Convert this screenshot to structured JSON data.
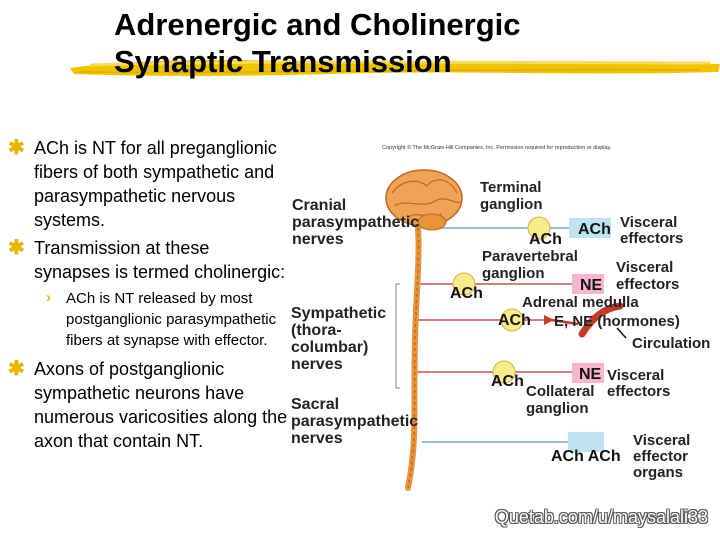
{
  "title": {
    "line1": "Adrenergic and Cholinergic",
    "line2": "Synaptic Transmission"
  },
  "bullets": [
    {
      "text": "ACh is NT for all preganglionic fibers of both sympathetic and parasympathetic nervous systems."
    },
    {
      "text": "Transmission at these synapses is termed cholinergic:"
    },
    {
      "text": "Axons of postganglionic sympathetic  neurons have numerous varicosities along the axon that contain NT."
    }
  ],
  "sub_bullets": [
    {
      "text": "ACh is NT released by most postganglionic parasympathetic fibers at synapse with effector."
    }
  ],
  "diagram": {
    "copyright": "Copyright © The McGraw-Hill Companies, Inc. Permission required for reproduction or display.",
    "left_labels": {
      "cranial1": "Cranial",
      "cranial2": "parasympathetic",
      "cranial3": "nerves",
      "symp1": "Sympathetic",
      "symp2": "(thora-",
      "symp3": "columbar)",
      "symp4": "nerves",
      "sacral1": "Sacral",
      "sacral2": "parasympathetic",
      "sacral3": "nerves"
    },
    "right_labels": {
      "terminal1": "Terminal",
      "terminal2": "ganglion",
      "visceral_eff1": "Visceral",
      "visceral_eff2": "effectors",
      "paravert1": "Paravertebral",
      "paravert2": "ganglion",
      "visceral_eff3": "Visceral",
      "visceral_eff4": "effectors",
      "adrenal": "Adrenal medulla",
      "hormones": "E, NE (hormones)",
      "circulation": "Circulation",
      "collateral1": "Collateral",
      "collateral2": "ganglion",
      "visceral_eff5": "Visceral",
      "visceral_eff6": "effectors",
      "organs1": "Visceral",
      "organs2": "effector",
      "organs3": "organs"
    },
    "nt_labels": {
      "ach_box1": "ACh",
      "ach_g1": "ACh",
      "ach_g2": "ACh",
      "ne_box1": "NE",
      "ach_adrenal": "ACh",
      "ach_g3": "ACh",
      "ne_box2": "NE",
      "ach_bottom": "ACh ACh"
    },
    "colors": {
      "parasympathetic_line": "#9bbfd0",
      "sympathetic_line": "#e07a7a",
      "ganglion_fill": "#f6ec8a",
      "ach_box": "#bfe3f0",
      "ne_box": "#f7b6cf",
      "spine": "#e8923a"
    }
  },
  "watermark": "Quetab.com/u/maysalali33"
}
